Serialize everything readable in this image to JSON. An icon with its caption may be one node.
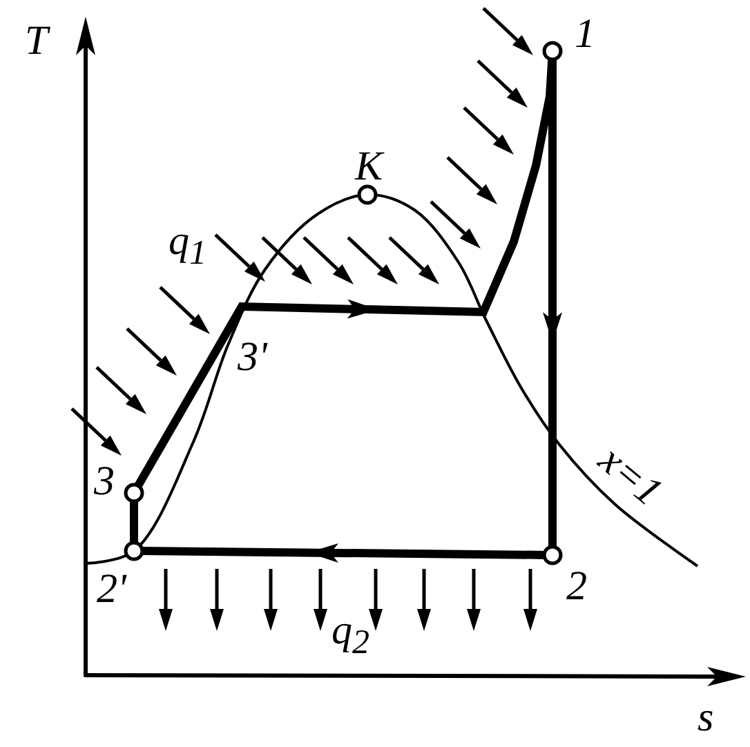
{
  "diagram": {
    "nodes": [
      {
        "text": [],
        "shape": "circle",
        "beside": [
          "1"
        ]
      },
      {
        "text": [],
        "shape": "circle",
        "beside": [
          "K"
        ]
      },
      {
        "text": [],
        "shape": "circle",
        "beside": [
          "3"
        ]
      },
      {
        "text": [],
        "shape": "circle",
        "beside": [
          "2'"
        ]
      },
      {
        "text": [],
        "shape": "circle",
        "beside": [
          "2"
        ]
      }
    ],
    "edges": [
      {
        "from": 0,
        "to": 4,
        "arrow": "to"
      },
      {
        "from": 4,
        "to": 3,
        "arrow": "to"
      },
      {
        "from": 3,
        "to": 2,
        "arrow": "none"
      },
      {
        "from": 2,
        "to": 0,
        "arrow": "to"
      }
    ],
    "labels": [
      "T",
      "q$_{1}$",
      "3'",
      "x=1",
      "q$_{2}$",
      "s"
    ]
  }
}
